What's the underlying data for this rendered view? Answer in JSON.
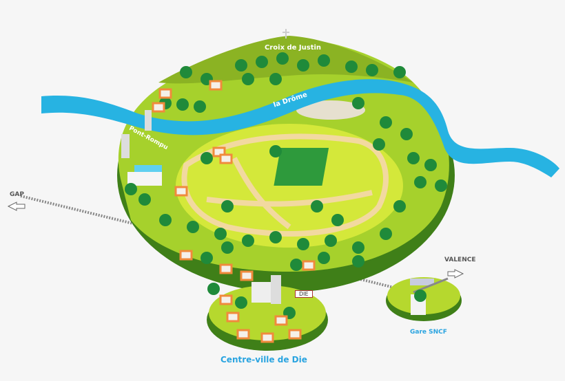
{
  "labels": {
    "croix": "Croix de Justin",
    "river": "la Drôme",
    "pont": "Pont-Rompu",
    "gap": "GAP",
    "valence": "VALENCE",
    "die_sign": "DIE",
    "centre": "Centre-ville de Die",
    "gare": "Gare SNCF"
  },
  "colors": {
    "background": "#f6f6f6",
    "grass": "#a6d12c",
    "grass_light": "#d4e83a",
    "ground_edge": "#4a8a1c",
    "river": "#27b3e2",
    "tree": "#1f8a3a",
    "roof": "#f08a3c",
    "path": "#f2d9a0",
    "label_blue": "#2aa4e0",
    "label_dark": "#555555"
  }
}
